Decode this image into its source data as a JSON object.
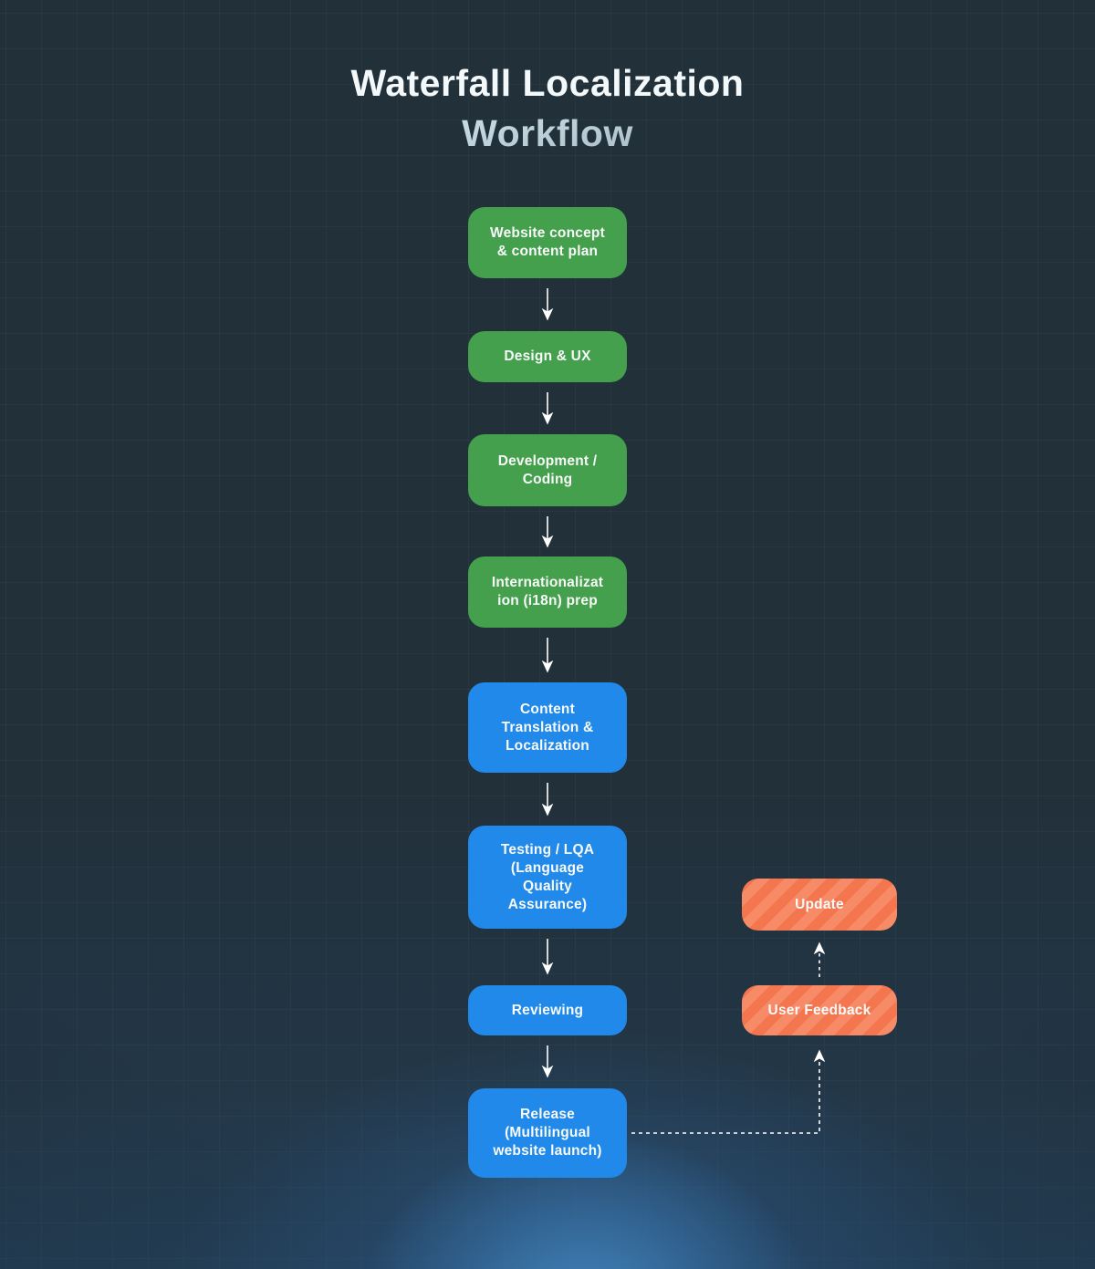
{
  "title": {
    "line1": "Waterfall Localization",
    "line2": "Workflow"
  },
  "colors": {
    "background": "#22303a",
    "phase_green": "#44a04c",
    "phase_blue": "#2189e9",
    "loop_orange": "#f4764f",
    "loop_orange_stripe": "#f78b67",
    "connector": "#ffffff",
    "title_primary": "#f3f8fa",
    "title_secondary": "#b9cdd7",
    "bottom_glow_blue": "#4a96d7"
  },
  "nodes": [
    {
      "id": "website-concept",
      "label": "Website concept\n& content plan",
      "type": "green"
    },
    {
      "id": "design-ux",
      "label": "Design & UX",
      "type": "green"
    },
    {
      "id": "development-coding",
      "label": "Development /\nCoding",
      "type": "green"
    },
    {
      "id": "i18n-prep",
      "label": "Internationalizat\nion (i18n) prep",
      "type": "green"
    },
    {
      "id": "content-translation",
      "label": "Content\nTranslation &\nLocalization",
      "type": "blue"
    },
    {
      "id": "testing-lqa",
      "label": "Testing / LQA\n(Language\nQuality\nAssurance)",
      "type": "blue"
    },
    {
      "id": "reviewing",
      "label": "Reviewing",
      "type": "blue"
    },
    {
      "id": "release",
      "label": "Release\n(Multilingual\nwebsite launch)",
      "type": "blue"
    },
    {
      "id": "update",
      "label": "Update",
      "type": "orange"
    },
    {
      "id": "user-feedback",
      "label": "User Feedback",
      "type": "orange"
    }
  ],
  "connections": {
    "main_flow": "solid white down-arrows between each sequential phase",
    "feedback_loop": "dashed white arrows: Release to User Feedback, User Feedback to Update"
  }
}
